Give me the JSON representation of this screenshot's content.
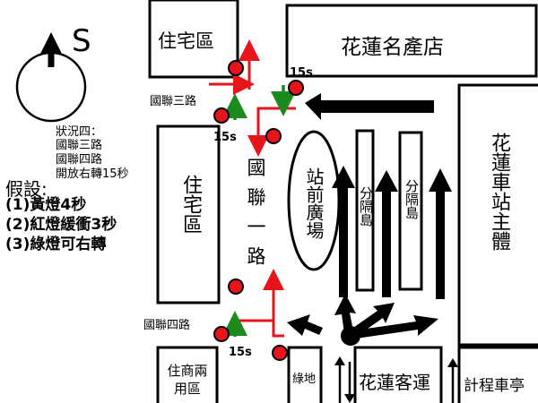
{
  "compass": {
    "label": "S"
  },
  "blocks": {
    "residential_top": "住宅區",
    "specialty_store": "花蓮名產店",
    "residential_mid": "住宅區",
    "commercial_bottom": "住商兩用區",
    "station_main": "花蓮車站主體",
    "green_space": "綠地",
    "bus_station": "花蓮客運",
    "taxi_stand": "計程車亭"
  },
  "roads": {
    "guolian_3": "國聯三路",
    "guolian_4": "國聯四路",
    "guolian_1": "國聯一路"
  },
  "plaza": {
    "station_plaza": "站前廣場",
    "median_1": "分隔島",
    "median_2": "分隔島"
  },
  "timers": {
    "top_right": "15s",
    "top_left": "15s",
    "bottom": "15s"
  },
  "scenario": {
    "title": "狀況四：",
    "line1": "國聯三路",
    "line2": "國聯四路",
    "line3": "開放右轉15秒"
  },
  "assumptions": {
    "title": "假設:",
    "item1": "(1)黃燈4秒",
    "item2": "(2)紅燈緩衝3秒",
    "item3": "(3)綠燈可右轉"
  },
  "colors": {
    "signal_red": "#e8141b",
    "signal_green": "#1c8a1c",
    "flow_black": "#000000"
  }
}
